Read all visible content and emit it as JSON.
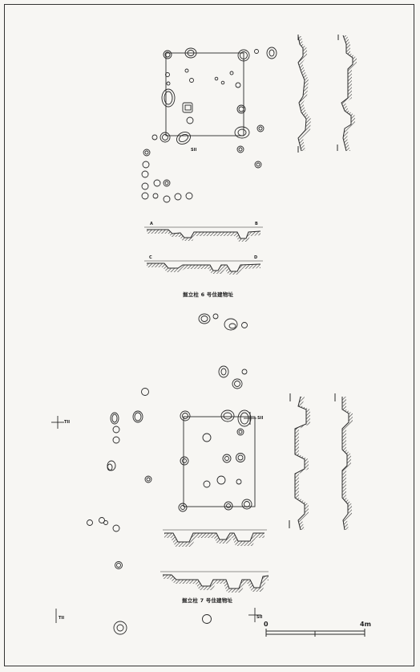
{
  "figure": {
    "caption_6": "掘立柱 6 号住建物址",
    "caption_7": "掘立柱 7 号住建物址",
    "grid_labels": {
      "g_TII": "TII",
      "g_SII_top": "SII",
      "g_TII_bottom": "TII",
      "g_SII_bottom": "SII",
      "g_6_pit": "SII"
    },
    "section_labels": {
      "a": "A",
      "b": "B",
      "c": "C",
      "d": "D"
    },
    "scale": {
      "start": "0",
      "end": "4m"
    }
  },
  "colors": {
    "line": "#2a2a2a",
    "hatch": "#3a3a3a",
    "paper": "#f7f6f3"
  }
}
